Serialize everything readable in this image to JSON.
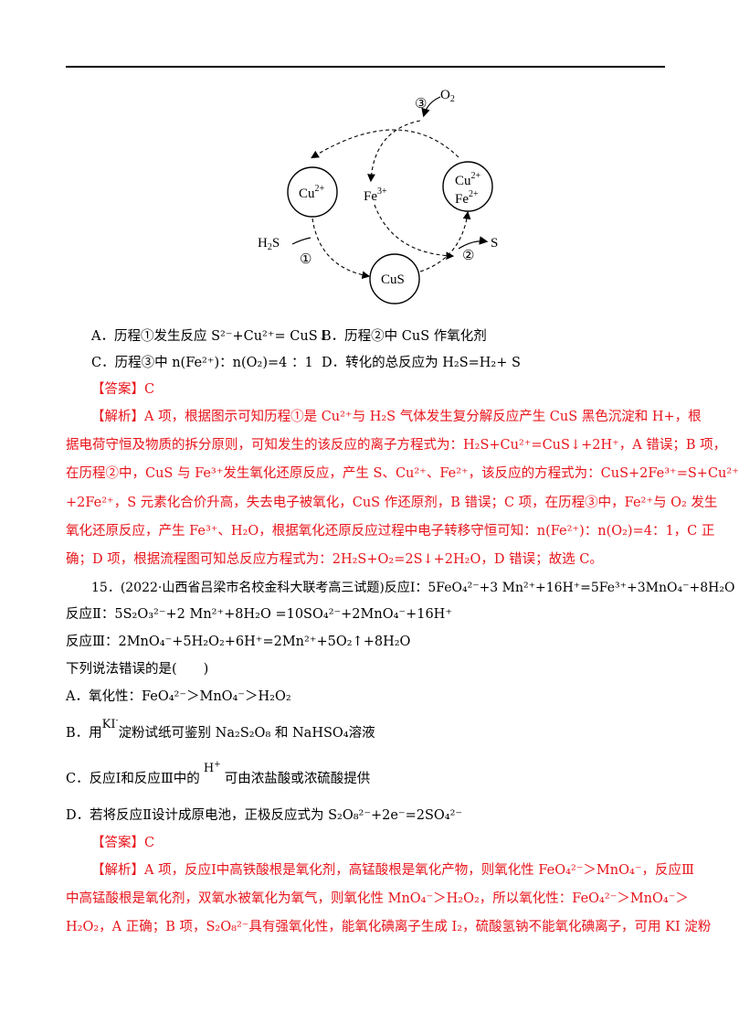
{
  "diagram": {
    "step3_label": "③",
    "o2": "O",
    "o2_sub": "2",
    "cu2_a": "Cu",
    "cu2_a_sup": "2+",
    "fe3": "Fe",
    "fe3_sup": "3+",
    "cu2_b": "Cu",
    "cu2_b_sup": "2+",
    "fe2": "Fe",
    "fe2_sup": "2+",
    "h2s": "H",
    "h2s_sub": "2",
    "h2s_tail": "S",
    "step1_label": "①",
    "cus": "CuS",
    "step2_label": "②",
    "s": "S"
  },
  "q14": {
    "optA": "A．历程①发生反应 S²⁻+Cu²⁺= CuS↓",
    "optB": "B．历程②中 CuS 作氧化剂",
    "optC": "C．历程③中 n(Fe²⁺)：n(O₂)=4 ：1",
    "optD": "D．转化的总反应为 H₂S=H₂+ S",
    "answer": "【答案】C",
    "analysis": [
      "【解析】A 项，根据图示可知历程①是 Cu²⁺与 H₂S 气体发生复分解反应产生 CuS 黑色沉淀和 H+，根",
      "据电荷守恒及物质的拆分原则，可知发生的该反应的离子方程式为：H₂S+Cu²⁺=CuS↓+2H⁺，A 错误；B 项，",
      "在历程②中，CuS 与 Fe³⁺发生氧化还原反应，产生 S、Cu²⁺、Fe²⁺，该反应的方程式为：CuS+2Fe³⁺=S+Cu²⁺",
      "+2Fe²⁺，S 元素化合价升高，失去电子被氧化，CuS 作还原剂，B 错误；C 项，在历程③中，Fe²⁺与 O₂ 发生",
      "氧化还原反应，产生 Fe³⁺、H₂O，根据氧化还原反应过程中电子转移守恒可知：n(Fe²⁺)：n(O₂)=4：1，C 正",
      "确；D 项，根据流程图可知总反应方程式为：2H₂S+O₂=2S↓+2H₂O，D 错误；故选 C。"
    ]
  },
  "q15": {
    "stem": "15．(2022·山西省吕梁市名校金科大联考高三试题)反应Ⅰ：5FeO₄²⁻+3 Mn²⁺+16H⁺=5Fe³⁺+3MnO₄⁻+8H₂O",
    "r2": "反应Ⅱ：5S₂O₃²⁻+2 Mn²⁺+8H₂O =10SO₄²⁻+2MnO₄⁻+16H⁺",
    "r3": "反应Ⅲ：2MnO₄⁻+5H₂O₂+6H⁺=2Mn²⁺+5O₂↑+8H₂O",
    "question": "下列说法错误的是(　　)",
    "optA": "A．氧化性：FeO₄²⁻＞MnO₄⁻＞H₂O₂",
    "optB_pre": "B．用",
    "optB_ki": "KI",
    "optB_ki_sup": "-",
    "optB_post": "淀粉试纸可鉴别 Na₂S₂O₈ 和 NaHSO₄溶液",
    "optC_pre": "C．反应Ⅰ和反应Ⅲ中的",
    "optC_h": "H",
    "optC_h_sup": "+",
    "optC_post": "可由浓盐酸或浓硫酸提供",
    "optD": "D．若将反应Ⅱ设计成原电池，正极反应式为 S₂O₈²⁻+2e⁻=2SO₄²⁻",
    "answer": "【答案】C",
    "analysis": [
      "【解析】A 项，反应Ⅰ中高铁酸根是氧化剂，高锰酸根是氧化产物，则氧化性 FeO₄²⁻＞MnO₄⁻，反应Ⅲ",
      "中高锰酸根是氧化剂，双氧水被氧化为氧气，则氧化性 MnO₄⁻＞H₂O₂，所以氧化性：FeO₄²⁻＞MnO₄⁻＞",
      "H₂O₂，A 正确；B 项，S₂O₈²⁻具有强氧化性，能氧化碘离子生成 I₂，硫酸氢钠不能氧化碘离子，可用 KI 淀粉"
    ]
  }
}
